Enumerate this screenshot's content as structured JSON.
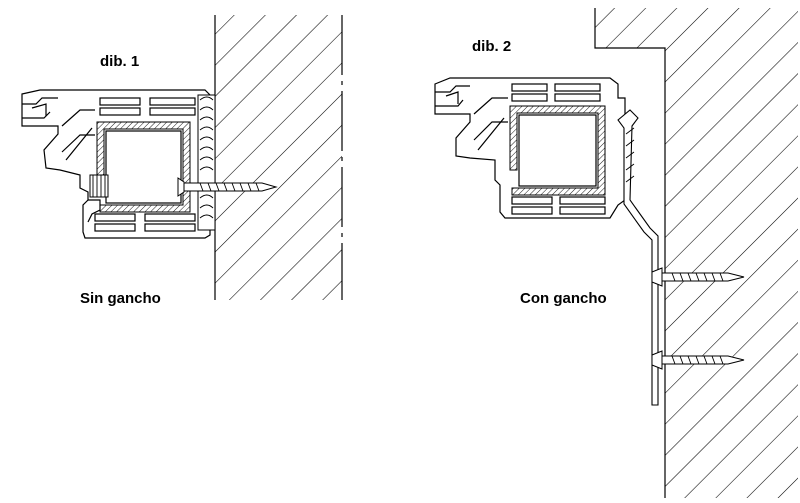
{
  "figures": [
    {
      "number_label": "dib. 1",
      "caption": "Sin gancho"
    },
    {
      "number_label": "dib. 2",
      "caption": "Con gancho"
    }
  ]
}
